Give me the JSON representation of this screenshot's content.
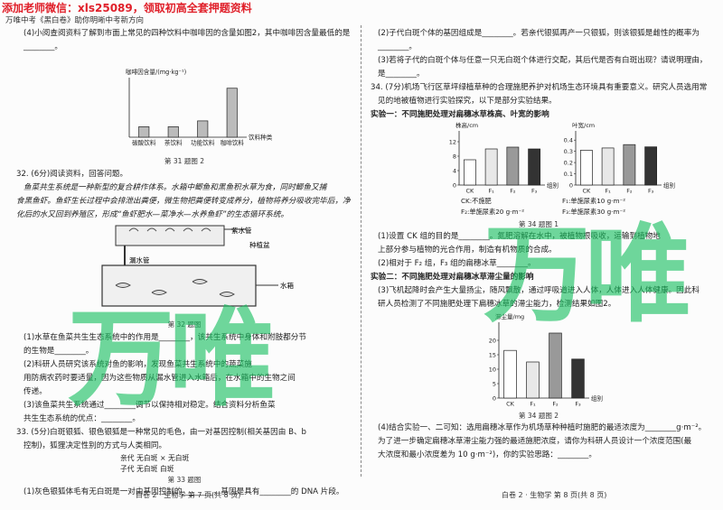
{
  "banner": "添加老师微信：xls25089，领取初高全套押题资料",
  "header": "万唯中考《黑白卷》助你明晰中考新方向",
  "left": {
    "q4": [
      "(4)小阅查阅资料了解到市面上常见的四种饮料中咖啡因的含量如图2，其中咖啡因含量最低的是",
      "________。"
    ],
    "fig31": {
      "caption": "第 31 题图 2"
    },
    "q32_head": "32. (6分)阅读资料，回答问题。",
    "q32_text": [
      "鱼菜共生系统是一种新型的复合耕作体系。水箱中鲫鱼和黑鱼积水草为食，同时鲫鱼又捕",
      "食黑鱼虾。鱼虾生长过程中会排泄出粪便，微生物把粪便转变成养分，植物将养分吸收完毕后，净",
      "化后的水又回到养殖区，形成“鱼虾肥水—菜净水—水养鱼虾”的生态循环系统。"
    ],
    "fig32": {
      "labels": [
        "紫水管",
        "种植盆",
        "漏水管",
        "水箱"
      ],
      "caption": "第 32 题图"
    },
    "q32_sub": [
      "(1)水草在鱼菜共生生态系统中的作用是________，该共生系统中身体和附肢都分节",
      "的生物是________。",
      "(2)科研人员研究该系统对鱼的影响，发现鱼菜共生系统中的蔬菜施",
      "用防病农药时要适量，因为这些物质从漏水管进入水箱后，在水箱中的生物之间",
      "传递。",
      "(3)该鱼菜共生系统通过________调节以保持相对稳定。结合资料分析鱼菜",
      "共生生态系统的优点：________。"
    ],
    "q33_head": [
      "33. (5分)白斑银狐、银色银狐是一种常见的毛色，由一对基因控制(相关基因由 B、b",
      "控制)，狐狸决定性别的方式与人类相同。"
    ],
    "fig33": {
      "row1": "亲代   无白斑 × 无白斑",
      "row2": "子代   无白斑          白斑",
      "caption": "第 33 题图"
    },
    "q33_1": "(1)灰色银狐体毛有无白斑是一对由基因控制的________，基因是具有________的 DNA 片段。"
  },
  "right": {
    "q2": [
      "(2)子代白斑个体的基因组成是________。若亲代银狐再产一只银狐，则该银狐是雌性的概率为",
      "________。"
    ],
    "q3": [
      "(3)若将子代的白斑个体与任意一只无白斑个体进行交配，其后代是否有白斑出现？请说明理由，依据",
      "是________。"
    ],
    "q34": [
      "34. (7分)机场飞行区草坪绿植草种的合理施肥养护对机场生态环境具有重要意义。研究人员选用常",
      "见的地被植物进行实验探究，以下是部分实验结果。"
    ],
    "exp1": "实验一：不同施肥处理对扁穗冰草株高、叶宽的影响",
    "legend": [
      "CK:不施肥",
      "F₁:单施尿素10 g·m⁻²",
      "F₂:单施尿素20 g·m⁻²",
      "F₃:单施尿素30 g·m⁻²"
    ],
    "fig34_1": "第 34 题图 1",
    "q34_sub": [
      "(1)设置 CK 组的目的是________。氮肥溶解在水中，被植物根吸收，运输到植物地",
      "上部分参与植物的光合作用，制造有机物质的合成。",
      "(2)相对于 F₂ 组，F₃ 组的扁穗冰草________。"
    ],
    "exp2": "实验二：不同施肥处理对扁穗冰草滞尘量的影响",
    "q34_3": [
      "(3)飞机起降时会产生大量扬尘，随风飘散，通过呼吸道进入人体，人体进入人体健康。因此科",
      "研人员检测了不同施肥处理下扁穗冰草的滞尘能力，检测结果如图2。"
    ],
    "fig34_2": "第 34 题图 2",
    "q34_4": [
      "(4)结合实验一、二可知：选用扁穗冰草作为机场草种种植时施肥的最适浓度为________g·m⁻²。",
      "为了进一步确定扁穗冰草滞尘能力强的最适施肥浓度，请你为科研人员设计一个浓度范围(最",
      "大浓度和最小浓度差为 10 g·m⁻²)，你的实验思路：________。"
    ]
  },
  "footer": {
    "left": "白卷 2 · 生物学   第 7 页(共 8 页)",
    "right": "白卷 2 · 生物学   第 8 页(共 8 页)"
  },
  "watermark": "万唯",
  "chart_data": [
    {
      "type": "bar",
      "ylabel": "咖啡因含量/(mg·kg⁻¹)",
      "xlabel": "饮料种类",
      "categories": [
        "碳酸饮料",
        "茶饮料",
        "功能饮料",
        "咖啡饮料"
      ],
      "values": [
        90,
        90,
        140,
        420
      ],
      "ylim": [
        0,
        480
      ]
    },
    {
      "type": "bar",
      "ylabel": "株高/cm",
      "xlabel": "组别",
      "categories": [
        "CK",
        "F₁",
        "F₂",
        "F₃"
      ],
      "values": [
        7,
        10,
        10.5,
        10
      ],
      "ylim": [
        0,
        14
      ],
      "yticks": [
        0,
        4,
        8,
        12
      ]
    },
    {
      "type": "bar",
      "ylabel": "叶宽/cm",
      "xlabel": "组别",
      "categories": [
        "CK",
        "F₁",
        "F₂",
        "F₃"
      ],
      "values": [
        0.31,
        0.33,
        0.36,
        0.34
      ],
      "ylim": [
        0,
        0.45
      ],
      "yticks": [
        0,
        0.1,
        0.2,
        0.3,
        0.4
      ]
    },
    {
      "type": "bar",
      "ylabel": "滞尘量/mg",
      "xlabel": "组别",
      "categories": [
        "CK",
        "F₁",
        "F₂",
        "F₃"
      ],
      "values": [
        16.5,
        12.5,
        22.5,
        13.5
      ],
      "ylim": [
        0,
        25
      ],
      "yticks": [
        0,
        5,
        10,
        15,
        20
      ]
    }
  ]
}
